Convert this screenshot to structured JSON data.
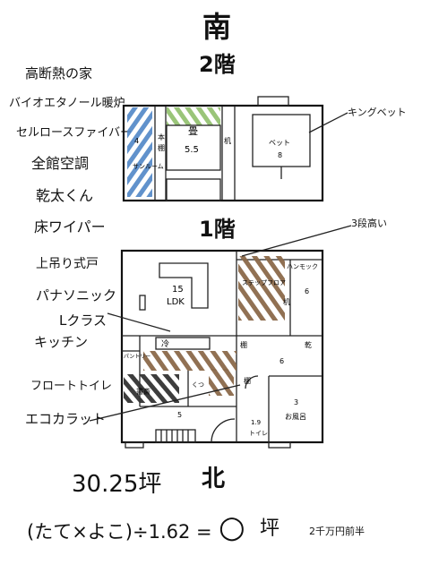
{
  "header": {
    "direction_top": "南",
    "floor2_title": "2階",
    "floor1_title": "1階",
    "direction_bottom": "北"
  },
  "features": [
    "高断熱の家",
    "バイオエタノール暖炉",
    "セルロースファイバー",
    "全館空調",
    "乾太くん",
    "床ワイパー",
    "上吊り式戸",
    "パナソニック",
    "Lクラス",
    "キッチン",
    "フロートトイレ",
    "エコカラット"
  ],
  "floor2": {
    "sunroom": "サンルーム",
    "sunroom_mark": "4",
    "storage_mark": "本",
    "storage_shelf": "棚",
    "room_label": "畳",
    "room_size": "5.5",
    "desk": "机",
    "bedroom": "ベット",
    "bedroom_size": "8",
    "callout_bed": "キングベット"
  },
  "floor1": {
    "callout_steps": "3段高い",
    "hammock": "ハンモック",
    "stair_floor": "ステップフロア",
    "stair_size": "6",
    "desk": "机",
    "ldk_size": "15",
    "ldk": "LDK",
    "fridge": "冷",
    "pantry": "パントリー",
    "washroom_shelf": "棚",
    "washroom_dryer": "乾",
    "washroom_size": "6",
    "closet_shelf": "棚",
    "entrance_shoes": "くつ",
    "study": "書斎",
    "bath_size": "3",
    "bath": "お風呂",
    "entry_size": "5",
    "toilet_size": "1.9",
    "toilet": "トイレ"
  },
  "summary": {
    "area": "30.25坪",
    "formula": "(たて×よこ)÷1.62 =",
    "blank": "○",
    "unit": "坪",
    "price": "2千万円前半"
  },
  "colors": {
    "ink": "#111111",
    "blue": "#4f86c6",
    "green": "#8fbf6a",
    "brown": "#8b6a4a",
    "black": "#333333"
  }
}
